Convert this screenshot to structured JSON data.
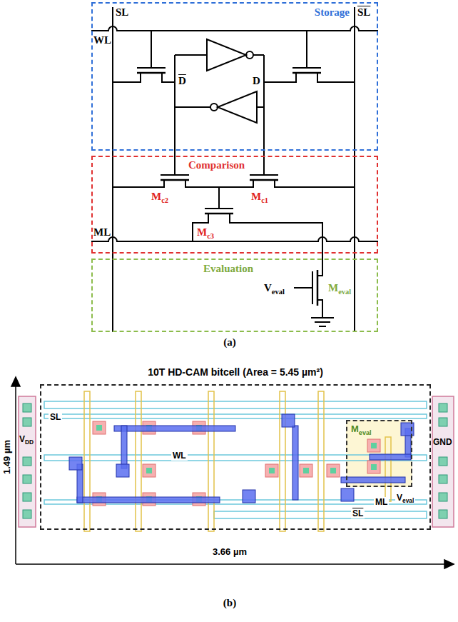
{
  "diagram": {
    "nodes": [
      {
        "text": [
          "Storage"
        ]
      },
      {
        "text": [
          "Comparison"
        ]
      },
      {
        "text": [
          "Evaluation"
        ]
      },
      {
        "text": [
          "10T HD-CAM bitcell (Area = 5.45 µm²)"
        ]
      },
      {
        "text": [
          "Meval"
        ],
        "in": 3
      }
    ],
    "labels": [
      "SL",
      "SL",
      "WL",
      "D",
      "D",
      "Mc2",
      "Mc1",
      "Mc3",
      "ML",
      "Veval",
      "Meval",
      "(a)",
      "SL",
      "WL",
      "VDD",
      "GND",
      "SL",
      "ML",
      "Veval",
      "1.49 µm",
      "3.66 µm",
      "(b)"
    ]
  }
}
